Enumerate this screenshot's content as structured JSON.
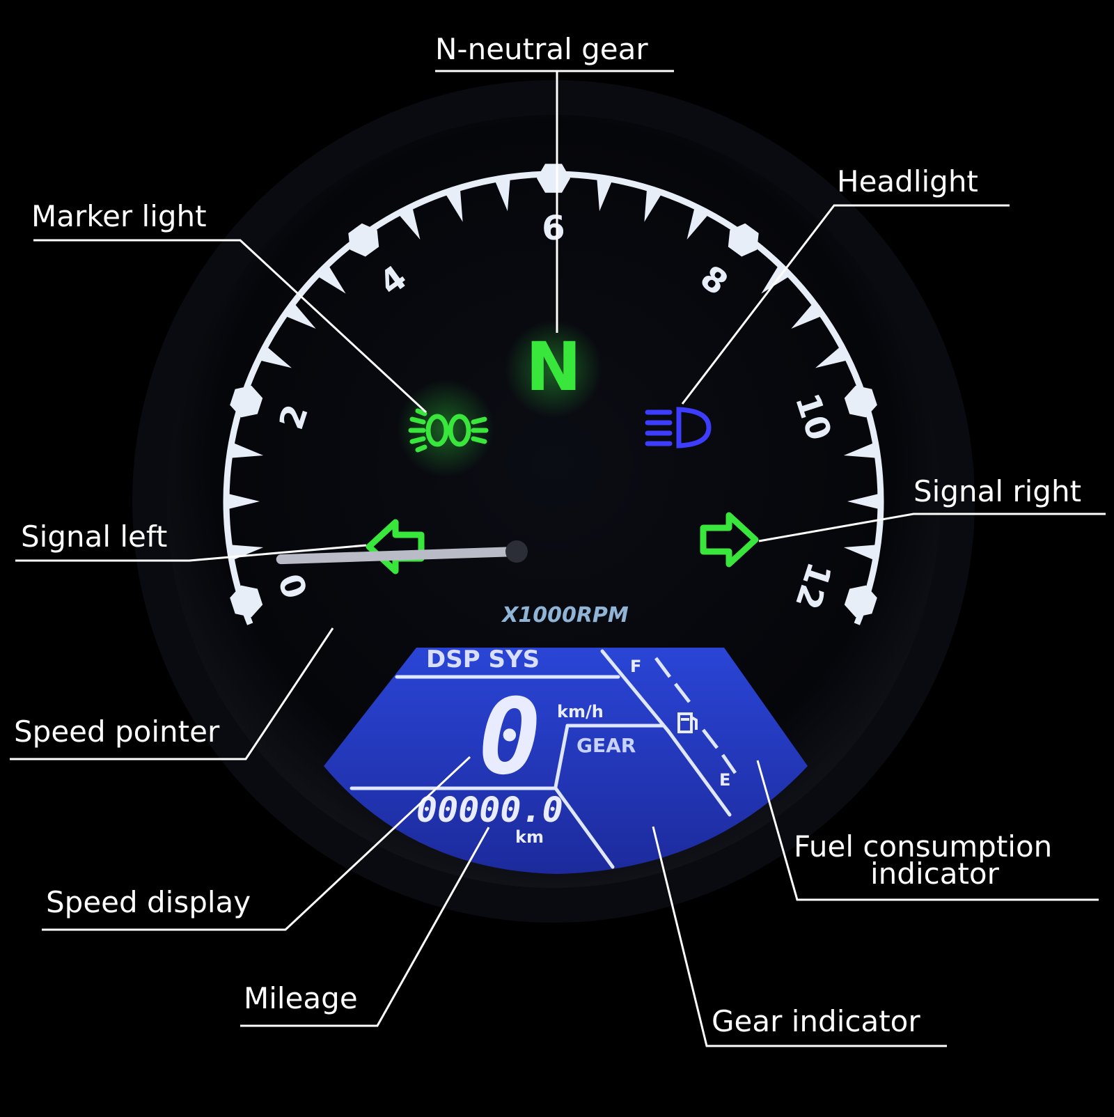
{
  "colors": {
    "background": "#000000",
    "dial_ring": "#e8eef8",
    "indicator_green": "#39e63c",
    "headlight_blue": "#3d3dff",
    "lcd_blue": "#2236b5",
    "lcd_text": "#e9ecff",
    "label_white": "#ffffff"
  },
  "tachometer": {
    "unit_label": "X1000RPM",
    "ticks": [
      "0",
      "2",
      "4",
      "6",
      "8",
      "10",
      "12"
    ],
    "reading": 0
  },
  "indicators": {
    "neutral": "N",
    "marker_light_icon": "marker-light-icon",
    "headlight_icon": "headlight-icon",
    "signal_left_icon": "arrow-left-icon",
    "signal_right_icon": "arrow-right-icon"
  },
  "lcd": {
    "title": "DSP SYS",
    "speed_value": "0",
    "speed_unit": "km/h",
    "gear_label": "GEAR",
    "odometer": "00000.0",
    "odometer_unit": "km",
    "fuel_full": "F",
    "fuel_empty": "E",
    "fuel_icon": "fuel-pump-icon"
  },
  "callouts": {
    "neutral_gear": "N-neutral gear",
    "headlight": "Headlight",
    "marker_light": "Marker light",
    "signal_right": "Signal right",
    "signal_left": "Signal left",
    "speed_pointer": "Speed pointer",
    "fuel_consumption_line1": "Fuel consumption",
    "fuel_consumption_line2": "indicator",
    "speed_display": "Speed display",
    "mileage": "Mileage",
    "gear_indicator": "Gear indicator"
  }
}
